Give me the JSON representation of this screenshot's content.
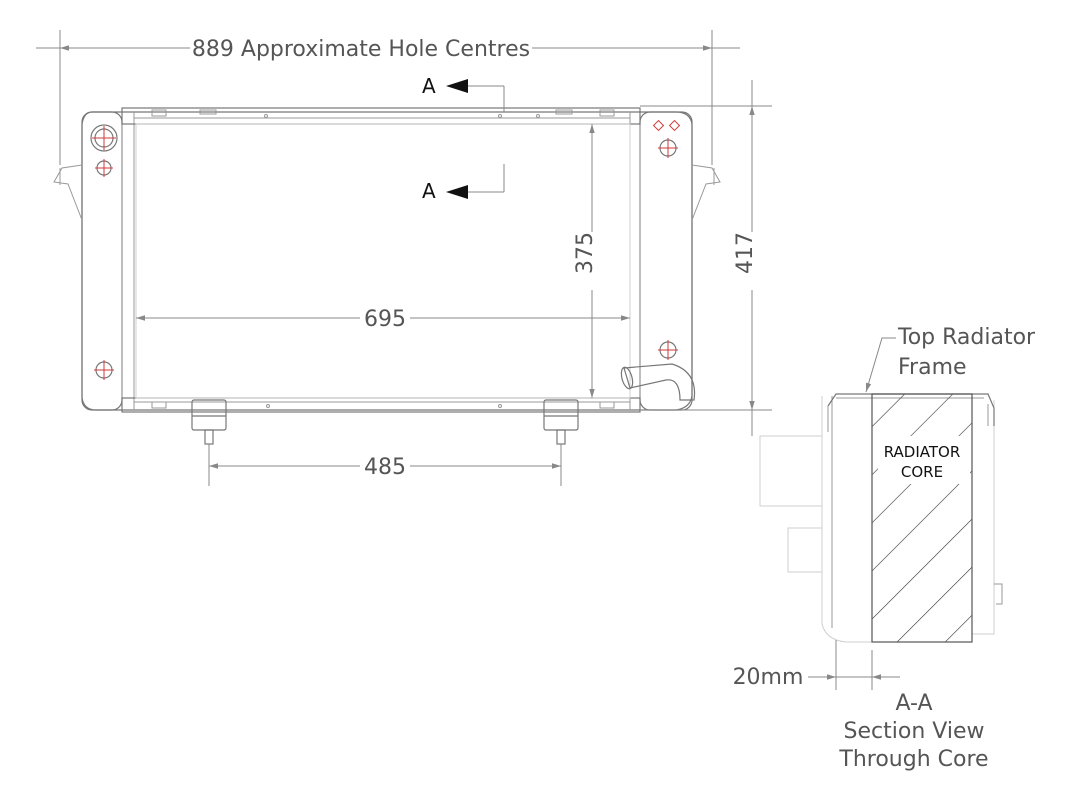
{
  "dimensions": {
    "overall_hole_centres": "889 Approximate Hole Centres",
    "core_width": "695",
    "core_height": "375",
    "overall_height": "417",
    "mount_spacing": "485",
    "frame_offset": "20mm"
  },
  "section_markers": {
    "top": "A",
    "bottom": "A"
  },
  "callouts": {
    "top_frame_line1": "Top Radiator",
    "top_frame_line2": "Frame",
    "core_line1": "RADIATOR",
    "core_line2": "CORE"
  },
  "section_caption": {
    "line1": "A-A",
    "line2": "Section View",
    "line3": "Through Core"
  },
  "colors": {
    "outline": "#777777",
    "dimension": "#888888",
    "centre_marks": "#d23a3a",
    "text": "#111111"
  }
}
